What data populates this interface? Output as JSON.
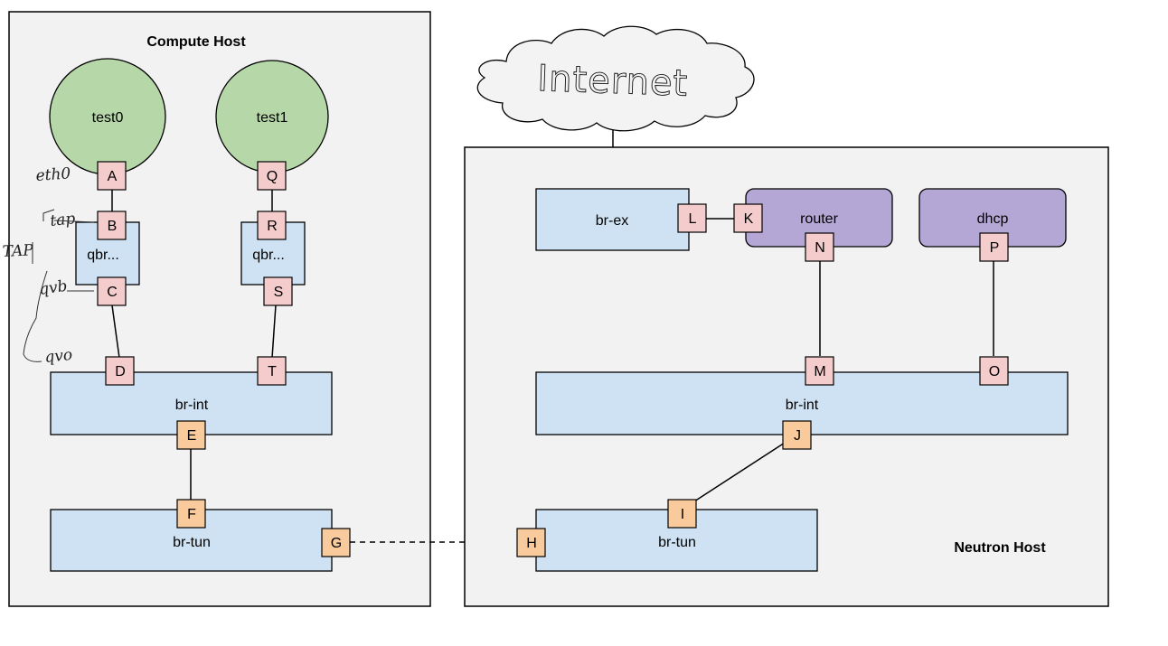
{
  "compute_host": {
    "title": "Compute Host",
    "vms": [
      "test0",
      "test1"
    ],
    "bridge_labels": {
      "qbr0": "qbr...",
      "qbr1": "qbr...",
      "br_int": "br-int",
      "br_tun": "br-tun"
    },
    "ports": {
      "A": "A",
      "B": "B",
      "C": "C",
      "D": "D",
      "E": "E",
      "F": "F",
      "G": "G",
      "Q": "Q",
      "R": "R",
      "S": "S",
      "T": "T"
    },
    "annotations": [
      "eth0",
      "tap",
      "TAP",
      "qvb",
      "qvo"
    ]
  },
  "internet": {
    "label": "Internet"
  },
  "neutron_host": {
    "title": "Neutron Host",
    "bridge_labels": {
      "br_ex": "br-ex",
      "br_int": "br-int",
      "br_tun": "br-tun"
    },
    "services": {
      "router": "router",
      "dhcp": "dhcp"
    },
    "ports": {
      "H": "H",
      "I": "I",
      "J": "J",
      "K": "K",
      "L": "L",
      "M": "M",
      "N": "N",
      "O": "O",
      "P": "P"
    }
  },
  "colors": {
    "host_fill": "#f2f2f2",
    "bridge_fill": "#cfe2f3",
    "vm_fill": "#b6d7a8",
    "service_fill": "#b4a7d6",
    "vm_port_fill": "#f4cccc",
    "tunnel_port_fill": "#f9cb9c"
  }
}
